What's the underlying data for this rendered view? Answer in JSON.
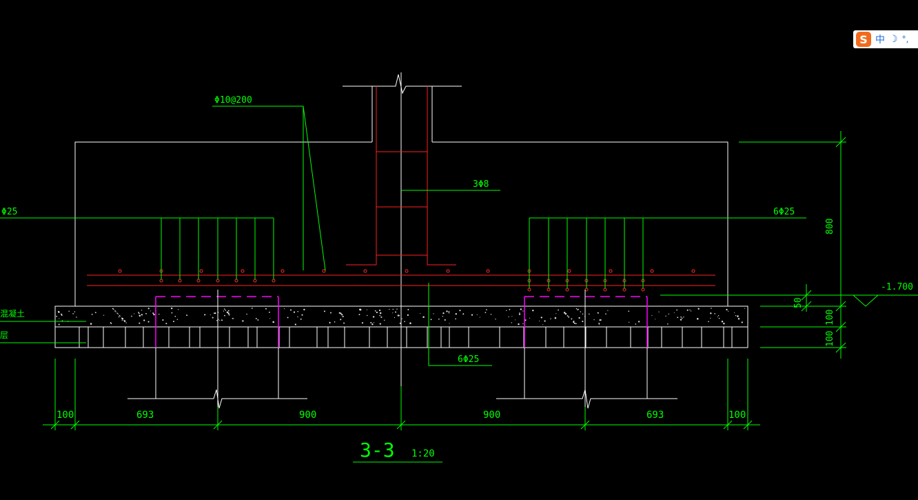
{
  "drawing": {
    "labels": {
      "stirrup": "Φ10@200",
      "column_bars": "3Φ8",
      "left_bars": "Φ25",
      "right_bars": "6Φ25",
      "bottom_bars": "6Φ25",
      "dim_height": "800",
      "dim_cover": "50",
      "dim_layer1": "100",
      "dim_layer2": "100",
      "elevation": "-1.700",
      "layer_concrete": "混凝土",
      "layer_base": "层",
      "dim_b1": "100",
      "dim_b2": "693",
      "dim_b3": "900",
      "dim_b4": "900",
      "dim_b5": "693",
      "dim_b6": "100",
      "section_title": "3-3",
      "scale": "1:20"
    },
    "colors": {
      "green": "#00ff00",
      "white": "#ffffff",
      "red": "#ff2020",
      "magenta": "#ff00ff"
    }
  },
  "ime": {
    "logo": "S",
    "mode": "中",
    "moon": "☽",
    "punct": "°,"
  }
}
